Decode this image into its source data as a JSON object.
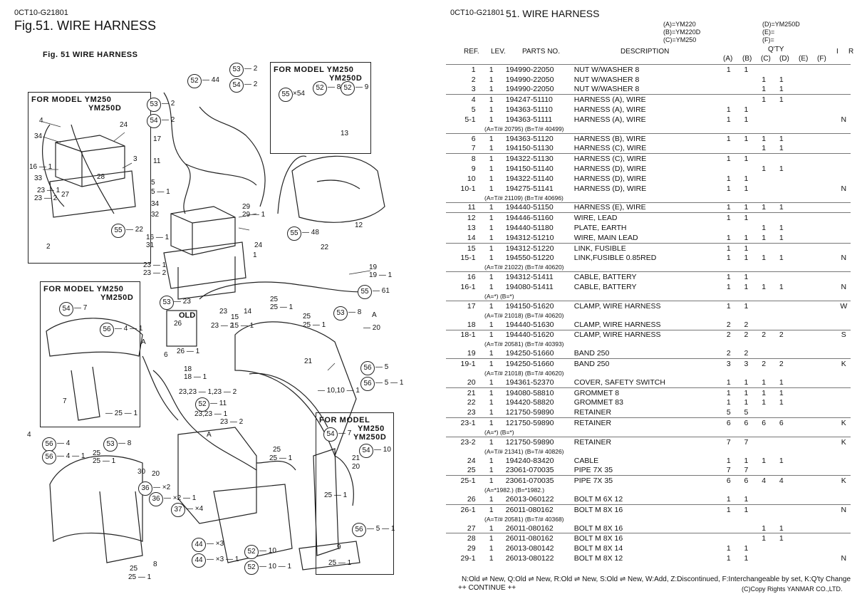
{
  "left": {
    "doc_code": "0CT10-G21801",
    "fig_title": "Fig.51.  WIRE HARNESS",
    "fig_label": "Fig. 51     WIRE HARNESS",
    "model_boxes": [
      {
        "line1": "FOR MODEL YM250",
        "line2": "YM250D"
      },
      {
        "line1": "FOR MODEL YM250",
        "line2": "YM250D"
      },
      {
        "line1": "FOR MODEL YM250",
        "line2": "YM250D"
      },
      {
        "line1": "FOR MODEL",
        "line2": "YM250",
        "line3": "YM250D"
      }
    ],
    "old_label": "OLD",
    "callouts": [
      "53",
      "52",
      "54",
      "53",
      "54",
      "52",
      "55",
      "52",
      "56",
      "55",
      "55",
      "53",
      "53",
      "56",
      "56",
      "56",
      "52",
      "54",
      "53",
      "54",
      "36",
      "36",
      "37",
      "44",
      "44",
      "52",
      "52",
      "55",
      "56",
      "56",
      "54"
    ],
    "labels": [
      "— 2",
      "— 44",
      "— 2",
      "— 2",
      "— 2",
      "17",
      "11",
      "5",
      "5 — 1",
      "34",
      "32",
      "16 — 1",
      "31",
      "23 — 1",
      "23 — 2",
      "29",
      "29 — 1",
      "— 8",
      "— 9",
      "×54",
      "13",
      "12",
      "— 48",
      "22",
      "19",
      "19 — 1",
      "— 61",
      "— 23",
      "24",
      "1",
      "25",
      "25 — 1",
      "23",
      "15",
      "14",
      "23 — 2",
      "15 — 1",
      "25",
      "25 — 1",
      "— 8",
      "— 20",
      "— 5",
      "— 5 — 1",
      "— 10,10 — 1",
      "21",
      "26",
      "26 — 1",
      "6",
      "18",
      "18 — 1",
      "23,23 — 1,23 — 2",
      "— 11",
      "23,23 — 1",
      "23 — 2",
      "— 7",
      "— 4 — 1",
      "— 25 — 1",
      "7",
      "4",
      "— 4",
      "— 4 — 1",
      "— 8",
      "25",
      "25 — 1",
      "30",
      "20",
      "— ×2",
      "— ×2 — 1",
      "— ×4",
      "— ×3",
      "— ×3 — 1",
      "— 10",
      "— 10 — 1",
      "25",
      "25 — 1",
      "8",
      "— 7",
      "— 10",
      "21",
      "20",
      "25 — 1",
      "— 5 — 1",
      "9",
      "25 — 1",
      "4",
      "34",
      "24",
      "3",
      "16 — 1",
      "33",
      "28",
      "23 — 1",
      "23 — 2",
      "27",
      "— 22",
      "2",
      "A",
      "A",
      "A",
      "25",
      "25 — 1"
    ]
  },
  "right": {
    "doc_code": "0CT10-G21801",
    "title": "51.  WIRE HARNESS",
    "legend": [
      "(A)=YM220",
      "(B)=YM220D",
      "(C)=YM250",
      "(D)=YM250D",
      "(E)=",
      "(F)="
    ],
    "headers": {
      "ref": "REF.",
      "lev": "LEV.",
      "parts": "PARTS NO.",
      "desc": "DESCRIPTION",
      "qty": "Q'TY",
      "i": "I",
      "r": "R",
      "a": "(A)",
      "b": "(B)",
      "c": "(C)",
      "d": "(D)",
      "e": "(E)",
      "f": "(F)"
    },
    "rows": [
      {
        "ref": "1",
        "lev": "1",
        "pn": "194990-22050",
        "desc": "NUT W/WASHER  8",
        "q": [
          "1",
          "1",
          "",
          "",
          "",
          ""
        ],
        "r": "",
        "grp": true
      },
      {
        "ref": "2",
        "lev": "1",
        "pn": "194990-22050",
        "desc": "NUT W/WASHER  8",
        "q": [
          "",
          "",
          "1",
          "1",
          "",
          ""
        ],
        "r": ""
      },
      {
        "ref": "3",
        "lev": "1",
        "pn": "194990-22050",
        "desc": "NUT W/WASHER  8",
        "q": [
          "",
          "",
          "1",
          "1",
          "",
          ""
        ],
        "r": ""
      },
      {
        "ref": "4",
        "lev": "1",
        "pn": "194247-51110",
        "desc": "HARNESS (A), WIRE",
        "q": [
          "",
          "",
          "1",
          "1",
          "",
          ""
        ],
        "r": "",
        "grp": true
      },
      {
        "ref": "5",
        "lev": "1",
        "pn": "194363-51110",
        "desc": "HARNESS (A), WIRE",
        "q": [
          "1",
          "1",
          "",
          "",
          "",
          ""
        ],
        "r": ""
      },
      {
        "ref": "5-1",
        "lev": "1",
        "pn": "194363-51111",
        "desc": "HARNESS (A), WIRE",
        "q": [
          "1",
          "1",
          "",
          "",
          "",
          ""
        ],
        "r": "N"
      },
      {
        "note": "(A=T/# 20795)            (B=T/# 40499)"
      },
      {
        "ref": "6",
        "lev": "1",
        "pn": "194363-51120",
        "desc": "HARNESS (B), WIRE",
        "q": [
          "1",
          "1",
          "1",
          "1",
          "",
          ""
        ],
        "r": "",
        "grp": true
      },
      {
        "ref": "7",
        "lev": "1",
        "pn": "194150-51130",
        "desc": "HARNESS (C), WIRE",
        "q": [
          "",
          "",
          "1",
          "1",
          "",
          ""
        ],
        "r": ""
      },
      {
        "ref": "8",
        "lev": "1",
        "pn": "194322-51130",
        "desc": "HARNESS (C), WIRE",
        "q": [
          "1",
          "1",
          "",
          "",
          "",
          ""
        ],
        "r": "",
        "grp": true
      },
      {
        "ref": "9",
        "lev": "1",
        "pn": "194150-51140",
        "desc": "HARNESS (D), WIRE",
        "q": [
          "",
          "",
          "1",
          "1",
          "",
          ""
        ],
        "r": ""
      },
      {
        "ref": "10",
        "lev": "1",
        "pn": "194322-51140",
        "desc": "HARNESS (D), WIRE",
        "q": [
          "1",
          "1",
          "",
          "",
          "",
          ""
        ],
        "r": ""
      },
      {
        "ref": "10-1",
        "lev": "1",
        "pn": "194275-51141",
        "desc": "HARNESS (D), WIRE",
        "q": [
          "1",
          "1",
          "",
          "",
          "",
          ""
        ],
        "r": "N"
      },
      {
        "note": "(A=T/# 21109)            (B=T/# 40696)"
      },
      {
        "ref": "11",
        "lev": "1",
        "pn": "194440-51150",
        "desc": "HARNESS (E), WIRE",
        "q": [
          "1",
          "1",
          "1",
          "1",
          "",
          ""
        ],
        "r": "",
        "grp": true
      },
      {
        "ref": "12",
        "lev": "1",
        "pn": "194446-51160",
        "desc": "WIRE, LEAD",
        "q": [
          "1",
          "1",
          "",
          "",
          "",
          ""
        ],
        "r": "",
        "grp": true
      },
      {
        "ref": "13",
        "lev": "1",
        "pn": "194440-51180",
        "desc": "PLATE, EARTH",
        "q": [
          "",
          "",
          "1",
          "1",
          "",
          ""
        ],
        "r": ""
      },
      {
        "ref": "14",
        "lev": "1",
        "pn": "194312-51210",
        "desc": "WIRE, MAIN LEAD",
        "q": [
          "1",
          "1",
          "1",
          "1",
          "",
          ""
        ],
        "r": ""
      },
      {
        "ref": "15",
        "lev": "1",
        "pn": "194312-51220",
        "desc": "LINK, FUSIBLE",
        "q": [
          "1",
          "1",
          "",
          "",
          "",
          ""
        ],
        "r": "",
        "grp": true
      },
      {
        "ref": "15-1",
        "lev": "1",
        "pn": "194550-51220",
        "desc": "LINK,FUSIBLE 0.85RED",
        "q": [
          "1",
          "1",
          "1",
          "1",
          "",
          ""
        ],
        "r": "N"
      },
      {
        "note": "(A=T/# 21022)            (B=T/# 40620)"
      },
      {
        "ref": "16",
        "lev": "1",
        "pn": "194312-51411",
        "desc": "CABLE, BATTERY",
        "q": [
          "1",
          "1",
          "",
          "",
          "",
          ""
        ],
        "r": "",
        "grp": true
      },
      {
        "ref": "16-1",
        "lev": "1",
        "pn": "194080-51411",
        "desc": "CABLE, BATTERY",
        "q": [
          "1",
          "1",
          "1",
          "1",
          "",
          ""
        ],
        "r": "N"
      },
      {
        "note": "(A=*)                    (B=*)"
      },
      {
        "ref": "17",
        "lev": "1",
        "pn": "194150-51620",
        "desc": "CLAMP, WIRE HARNESS",
        "q": [
          "1",
          "1",
          "",
          "",
          "",
          ""
        ],
        "r": "W",
        "grp": true
      },
      {
        "note": "(A=T/# 21018)            (B=T/# 40620)"
      },
      {
        "ref": "18",
        "lev": "1",
        "pn": "194440-51630",
        "desc": "CLAMP, WIRE HARNESS",
        "q": [
          "2",
          "2",
          "",
          "",
          "",
          ""
        ],
        "r": ""
      },
      {
        "ref": "18-1",
        "lev": "1",
        "pn": "194440-51620",
        "desc": "CLAMP, WIRE HARNESS",
        "q": [
          "2",
          "2",
          "2",
          "2",
          "",
          ""
        ],
        "r": "S",
        "grp": true
      },
      {
        "note": "(A=T/# 20581)            (B=T/# 40393)"
      },
      {
        "ref": "19",
        "lev": "1",
        "pn": "194250-51660",
        "desc": "BAND  250",
        "q": [
          "2",
          "2",
          "",
          "",
          "",
          ""
        ],
        "r": ""
      },
      {
        "ref": "19-1",
        "lev": "1",
        "pn": "194250-51660",
        "desc": "BAND  250",
        "q": [
          "3",
          "3",
          "2",
          "2",
          "",
          ""
        ],
        "r": "K",
        "grp": true
      },
      {
        "note": "(A=T/# 21018)            (B=T/# 40620)"
      },
      {
        "ref": "20",
        "lev": "1",
        "pn": "194361-52370",
        "desc": "COVER, SAFETY SWITCH",
        "q": [
          "1",
          "1",
          "1",
          "1",
          "",
          ""
        ],
        "r": ""
      },
      {
        "ref": "21",
        "lev": "1",
        "pn": "194080-58810",
        "desc": "GROMMET  8",
        "q": [
          "1",
          "1",
          "1",
          "1",
          "",
          ""
        ],
        "r": "",
        "grp": true
      },
      {
        "ref": "22",
        "lev": "1",
        "pn": "194420-58820",
        "desc": "GROMMET  83",
        "q": [
          "1",
          "1",
          "1",
          "1",
          "",
          ""
        ],
        "r": ""
      },
      {
        "ref": "23",
        "lev": "1",
        "pn": "121750-59890",
        "desc": "RETAINER",
        "q": [
          "5",
          "5",
          "",
          "",
          "",
          ""
        ],
        "r": ""
      },
      {
        "ref": "23-1",
        "lev": "1",
        "pn": "121750-59890",
        "desc": "RETAINER",
        "q": [
          "6",
          "6",
          "6",
          "6",
          "",
          ""
        ],
        "r": "K",
        "grp": true
      },
      {
        "note": "(A=*)                    (B=*)"
      },
      {
        "ref": "23-2",
        "lev": "1",
        "pn": "121750-59890",
        "desc": "RETAINER",
        "q": [
          "7",
          "7",
          "",
          "",
          "",
          ""
        ],
        "r": "K",
        "grp": true
      },
      {
        "note": "(A=T/# 21341)            (B=T/# 40826)"
      },
      {
        "ref": "24",
        "lev": "1",
        "pn": "194240-83420",
        "desc": "CABLE",
        "q": [
          "1",
          "1",
          "1",
          "1",
          "",
          ""
        ],
        "r": ""
      },
      {
        "ref": "25",
        "lev": "1",
        "pn": "23061-070035",
        "desc": "PIPE  7X  35",
        "q": [
          "7",
          "7",
          "",
          "",
          "",
          ""
        ],
        "r": ""
      },
      {
        "ref": "25-1",
        "lev": "1",
        "pn": "23061-070035",
        "desc": "PIPE  7X  35",
        "q": [
          "6",
          "6",
          "4",
          "4",
          "",
          ""
        ],
        "r": "K",
        "grp": true
      },
      {
        "note": "(A=*1982.)               (B=*1982.)"
      },
      {
        "ref": "26",
        "lev": "1",
        "pn": "26013-060122",
        "desc": "BOLT M 6X 12",
        "q": [
          "1",
          "1",
          "",
          "",
          "",
          ""
        ],
        "r": ""
      },
      {
        "ref": "26-1",
        "lev": "1",
        "pn": "26011-080162",
        "desc": "BOLT M 8X 16",
        "q": [
          "1",
          "1",
          "",
          "",
          "",
          ""
        ],
        "r": "N",
        "grp": true
      },
      {
        "note": "(A=T/# 20581)            (B=T/# 40368)"
      },
      {
        "ref": "27",
        "lev": "1",
        "pn": "26011-080162",
        "desc": "BOLT M 8X 16",
        "q": [
          "",
          "",
          "1",
          "1",
          "",
          ""
        ],
        "r": ""
      },
      {
        "ref": "28",
        "lev": "1",
        "pn": "26011-080162",
        "desc": "BOLT M 8X 16",
        "q": [
          "",
          "",
          "1",
          "1",
          "",
          ""
        ],
        "r": "",
        "grp": true
      },
      {
        "ref": "29",
        "lev": "1",
        "pn": "26013-080142",
        "desc": "BOLT M 8X 14",
        "q": [
          "1",
          "1",
          "",
          "",
          "",
          ""
        ],
        "r": ""
      },
      {
        "ref": "29-1",
        "lev": "1",
        "pn": "26013-080122",
        "desc": "BOLT M 8X 12",
        "q": [
          "1",
          "1",
          "",
          "",
          "",
          ""
        ],
        "r": "N"
      }
    ],
    "footer": {
      "legend": "N:Old ⇌ New, Q:Old ⇌ New, R:Old ⇌ New, S:Old ⇌ New, W:Add, Z:Discontinued, F:Interchangeable by set, K:Q'ty Change",
      "continue": "++ CONTINUE ++",
      "copyright": "(C)Copy Rights YANMAR CO.,LTD."
    }
  }
}
